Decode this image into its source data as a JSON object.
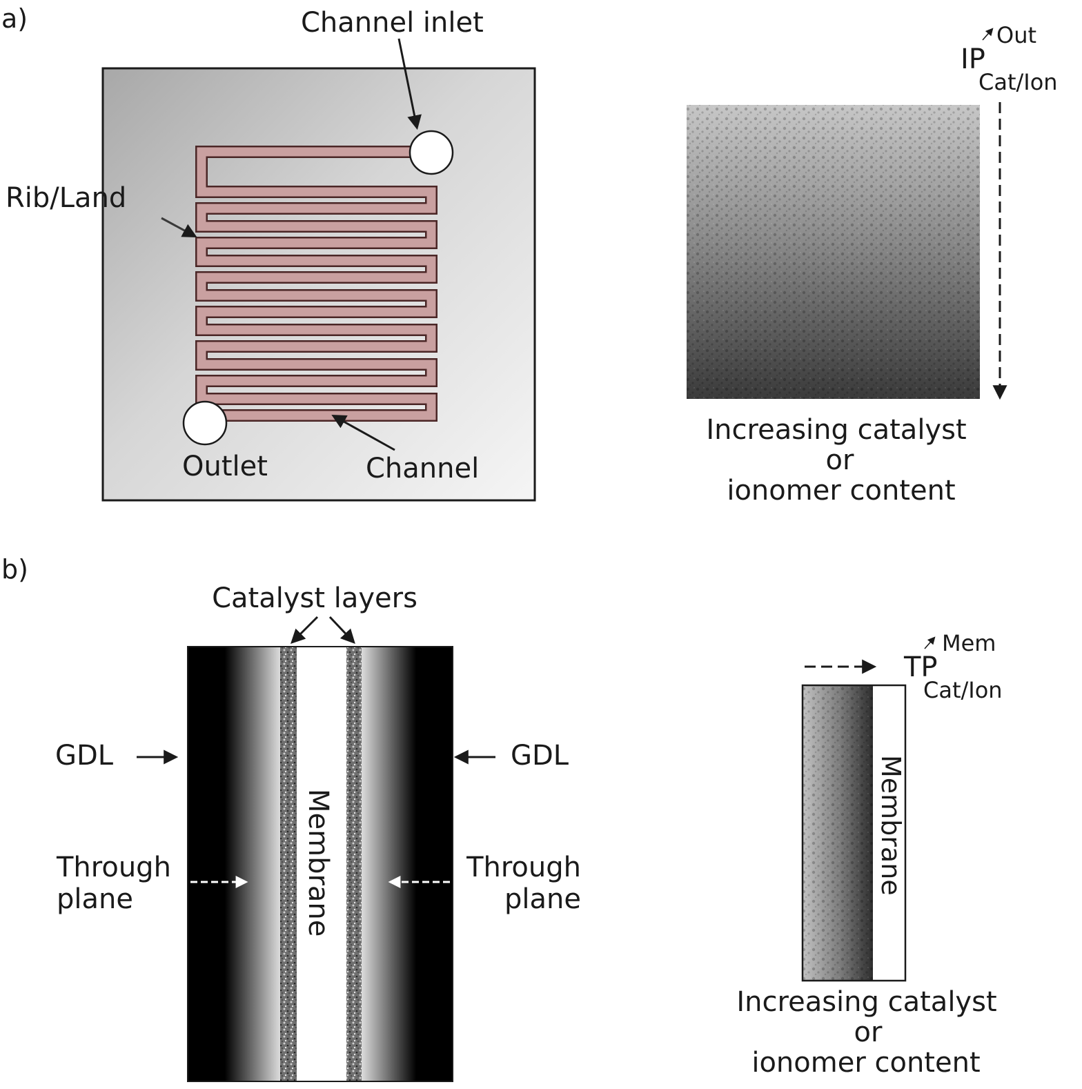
{
  "panel_a": {
    "panel_label": "a)",
    "channel_inlet": "Channel inlet",
    "rib_land": "Rib/Land",
    "outlet": "Outlet",
    "channel": "Channel",
    "ip_base": "IP",
    "ip_super": "Out",
    "ip_sub": "Cat/Ion",
    "increasing_line1": "Increasing catalyst",
    "increasing_line2": "or",
    "increasing_line3": "ionomer content"
  },
  "panel_b": {
    "panel_label": "b)",
    "catalyst_layers": "Catalyst layers",
    "gdl_left": "GDL",
    "gdl_right": "GDL",
    "through_left_1": "Through",
    "through_left_2": "plane",
    "through_right_1": "Through",
    "through_right_2": "plane",
    "membrane": "Membrane",
    "tp_base": "TP",
    "tp_super": "Mem",
    "tp_sub": "Cat/Ion",
    "membrane_small": "Membrane",
    "increasing_line1": "Increasing catalyst",
    "increasing_line2": "or",
    "increasing_line3": "ionomer content"
  },
  "colors": {
    "channel_fill": "#c9a0a0",
    "channel_stroke": "#5a3030",
    "plate_light": "#f4f4f4",
    "plate_dark": "#a9a9a9"
  }
}
